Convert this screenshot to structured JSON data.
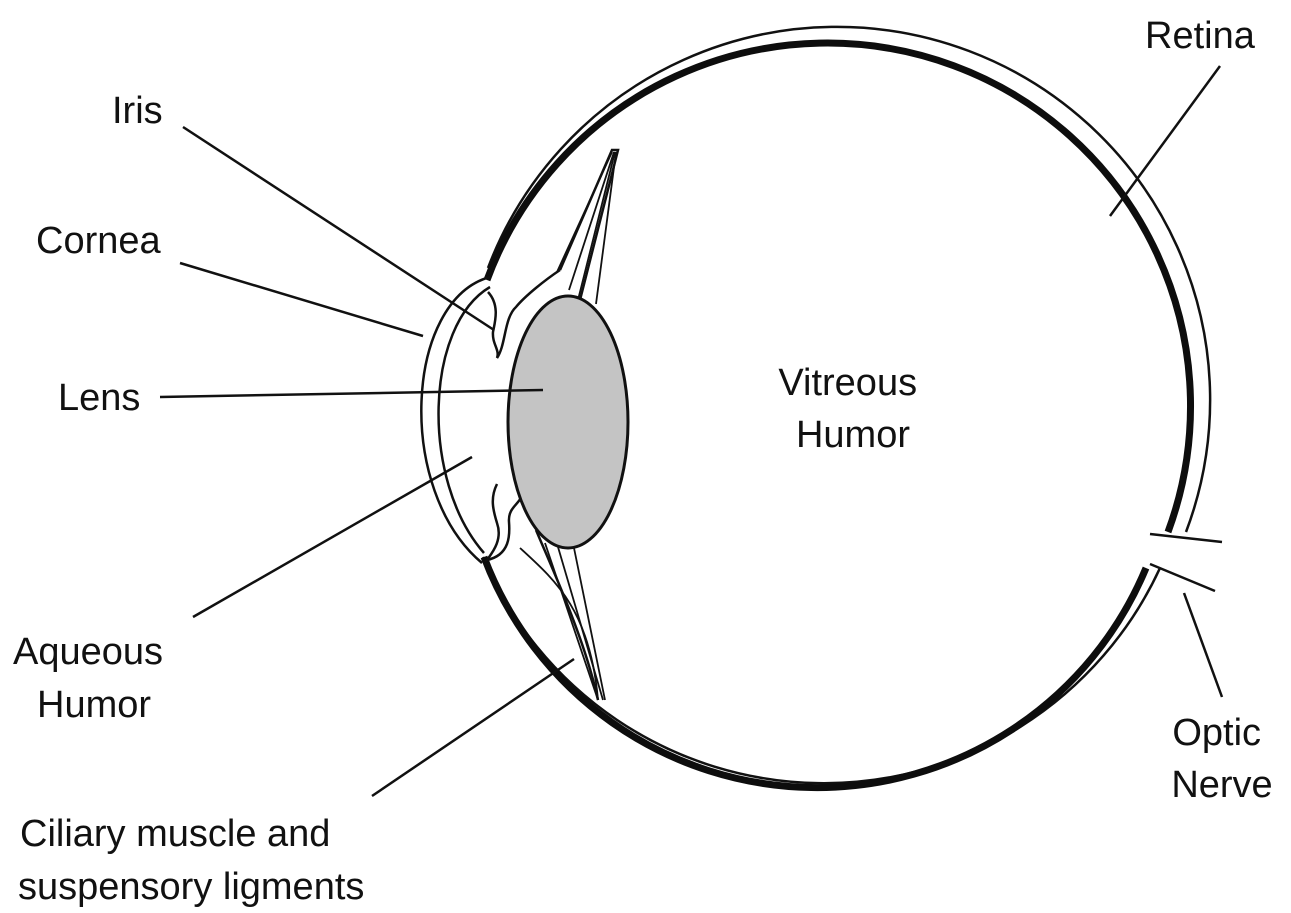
{
  "labels": {
    "retina": "Retina",
    "iris": "Iris",
    "cornea": "Cornea",
    "lens": "Lens",
    "vitreous_humor": [
      "Vitreous",
      "Humor"
    ],
    "aqueous_humor": [
      "Aqueous",
      "Humor"
    ],
    "optic_nerve": [
      "Optic",
      "Nerve"
    ],
    "ciliary": [
      "Ciliary muscle and",
      "suspensory ligments"
    ]
  },
  "colors": {
    "lens_fill": "#c4c4c4",
    "line": "#111111",
    "background": "#ffffff"
  }
}
